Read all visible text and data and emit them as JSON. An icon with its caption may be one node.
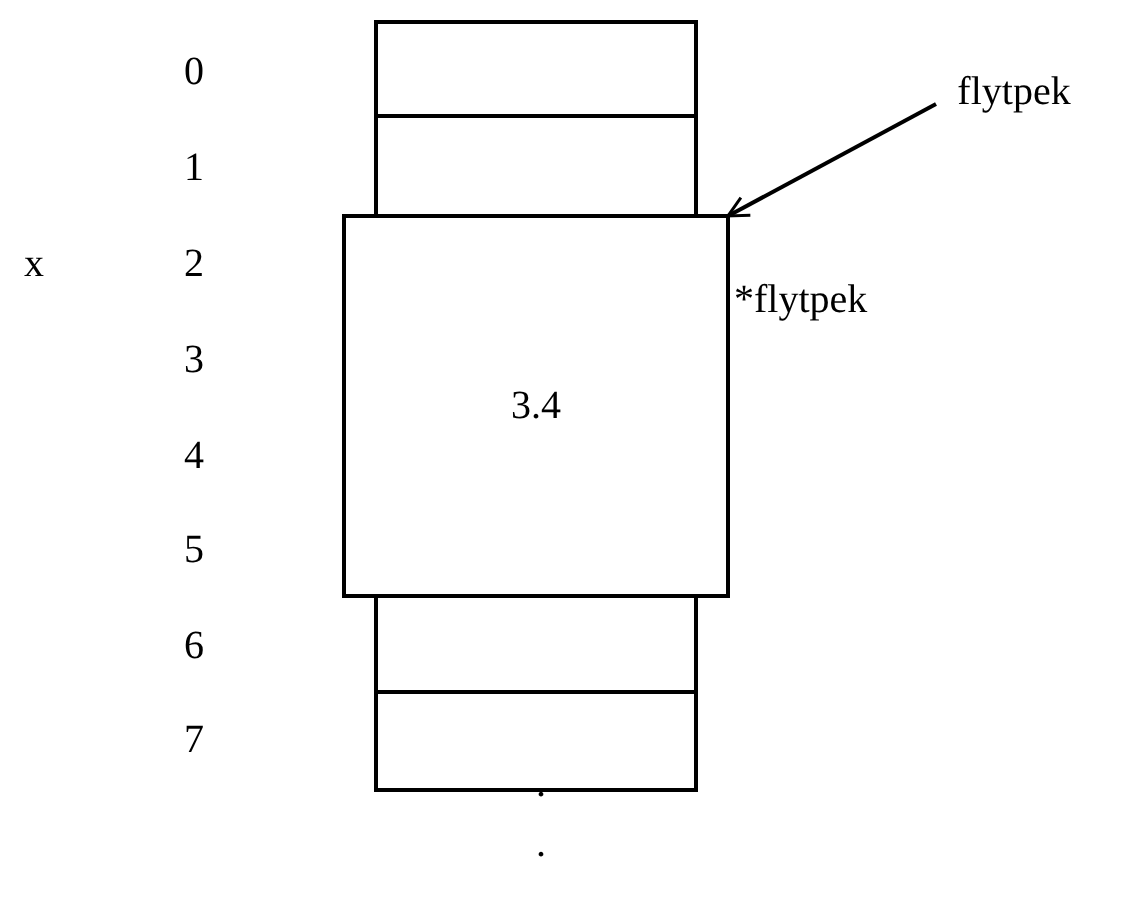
{
  "diagram": {
    "nodes": [
      {
        "text": [],
        "shape": "box"
      },
      {
        "text": [],
        "shape": "box"
      },
      {
        "text": [
          "3.4"
        ]
      },
      {
        "text": [],
        "shape": "box"
      },
      {
        "text": [],
        "shape": "box"
      },
      {
        "text": [
          "flytpek"
        ]
      }
    ],
    "edges": [
      {
        "from": 5,
        "to": 2,
        "arrow": "to"
      }
    ],
    "labels": [
      "0",
      "1",
      "x",
      "2",
      "*flytpek",
      "3",
      "4",
      "5",
      "6",
      "7",
      ".",
      "."
    ]
  }
}
